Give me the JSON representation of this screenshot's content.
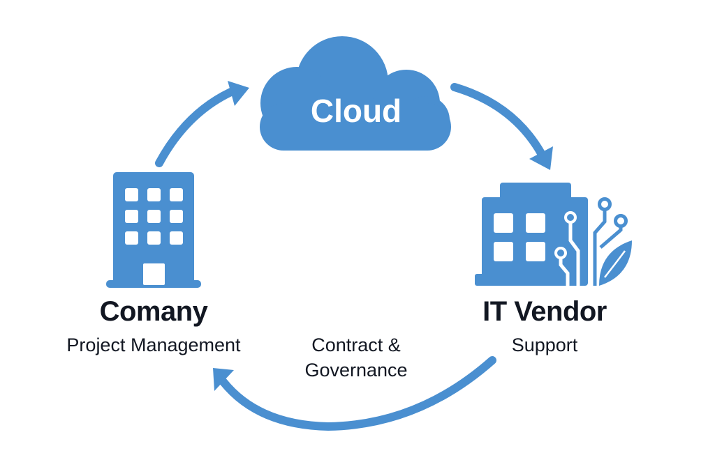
{
  "diagram": {
    "accent_color": "#4a8fd0",
    "text_color": "#121722",
    "cloud": {
      "label": "Cloud",
      "icon": "cloud-icon"
    },
    "company": {
      "title": "Comany",
      "subtitle": "Project Management",
      "icon": "office-building-icon"
    },
    "vendor": {
      "title": "IT Vendor",
      "subtitle": "Support",
      "icon": "tech-building-circuit-leaf-icon"
    },
    "center": {
      "line1": "Contract &",
      "line2": "Governance"
    },
    "arrows": [
      {
        "from": "company",
        "to": "cloud"
      },
      {
        "from": "cloud",
        "to": "vendor"
      },
      {
        "from": "vendor",
        "to": "company"
      }
    ]
  }
}
